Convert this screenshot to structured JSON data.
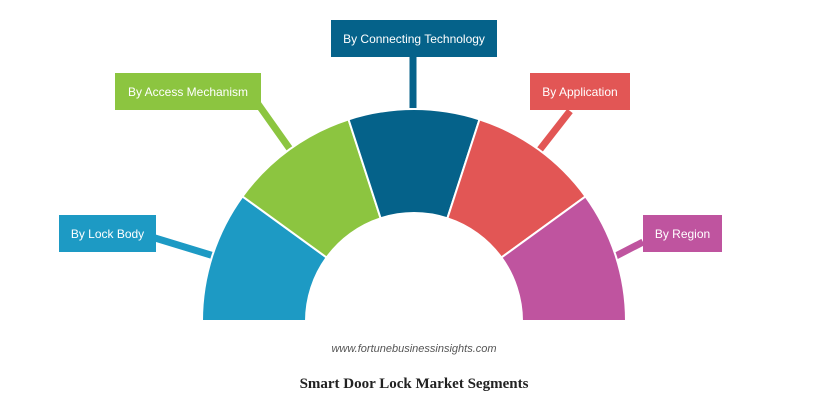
{
  "caption": "Smart Door Lock Market Segments",
  "source": "www.fortunebusinessinsights.com",
  "segments": [
    {
      "key": "lock_body",
      "label": "By Lock Body",
      "color": "#1d9ac4"
    },
    {
      "key": "access_mechanism",
      "label": "By Access Mechanism",
      "color": "#8cc540"
    },
    {
      "key": "connecting_technology",
      "label": "By Connecting Technology",
      "color": "#05628a"
    },
    {
      "key": "application",
      "label": "By Application",
      "color": "#e25655"
    },
    {
      "key": "region",
      "label": "By Region",
      "color": "#bf549f"
    }
  ]
}
